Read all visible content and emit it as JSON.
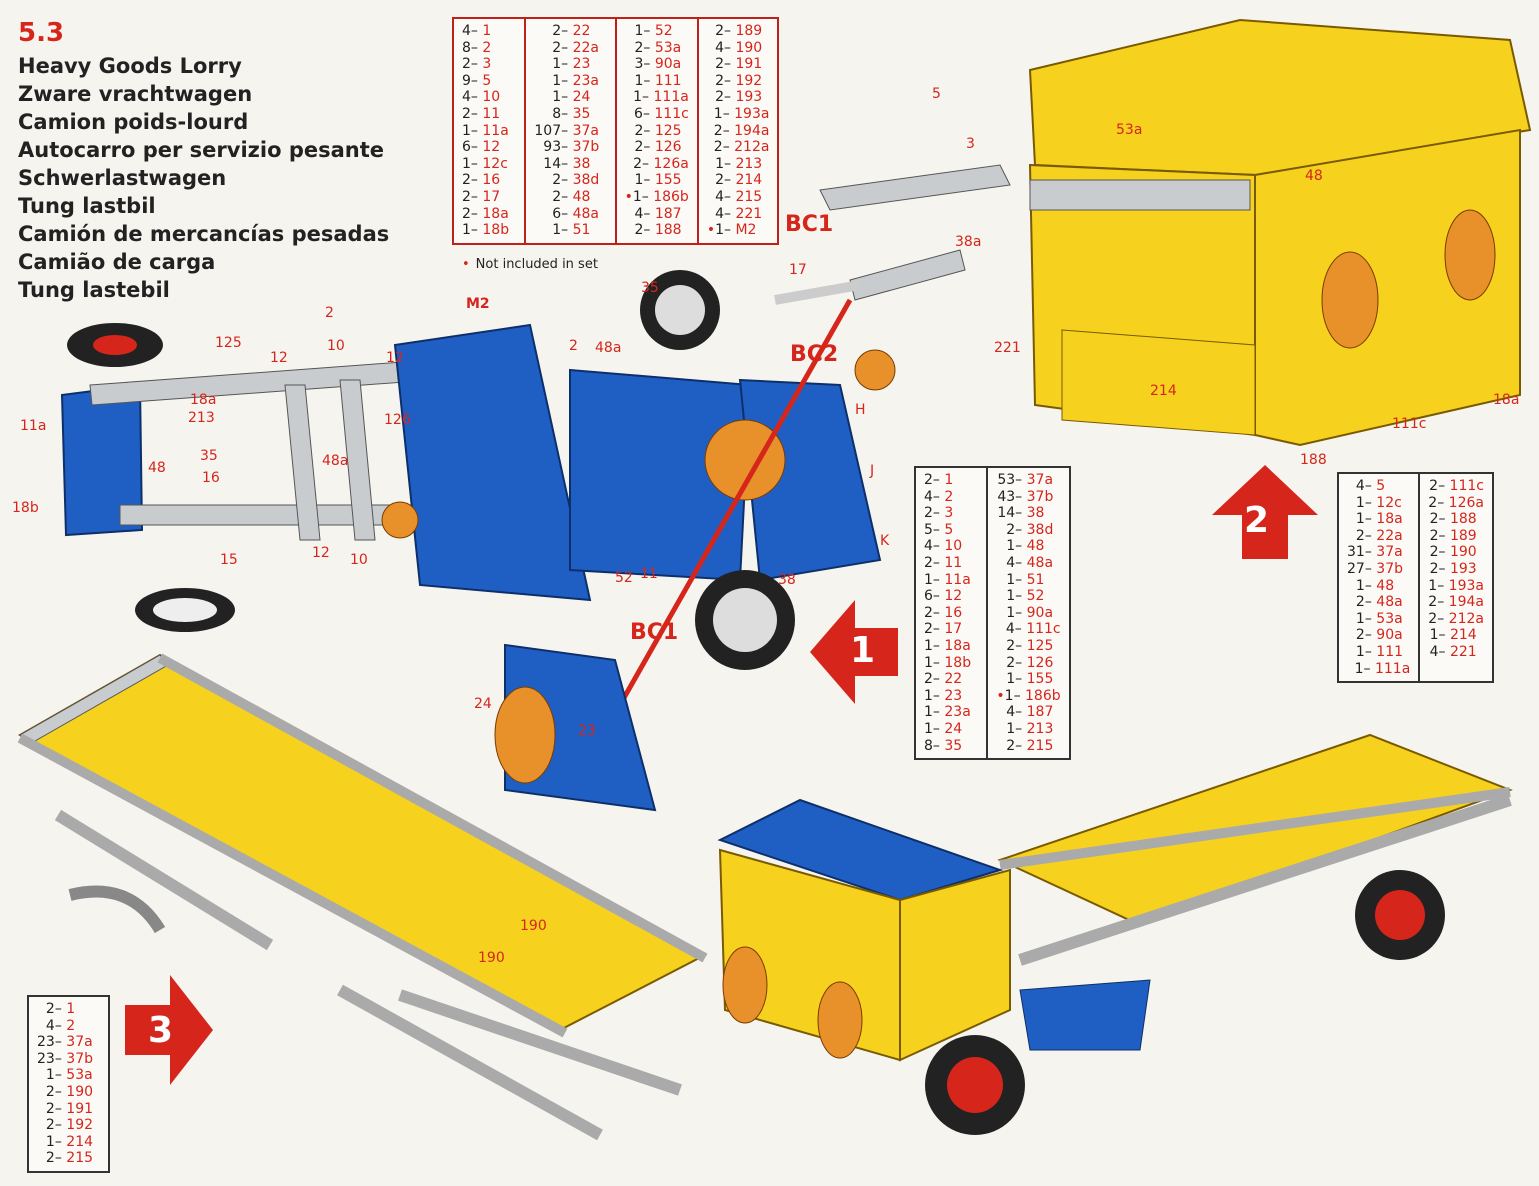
{
  "model": {
    "number": "5.3",
    "titles": [
      "Heavy Goods Lorry",
      "Zware vrachtwagen",
      "Camion poids-lourd",
      "Autocarro per servizio pesante",
      "Schwerlastwagen",
      "Tung lastbil",
      "Camión de mercancías pesadas",
      "Camião de carga",
      "Tung lastebil"
    ]
  },
  "parts_total": {
    "columns": [
      [
        [
          "4",
          "1"
        ],
        [
          "8",
          "2"
        ],
        [
          "2",
          "3"
        ],
        [
          "9",
          "5"
        ],
        [
          "4",
          "10"
        ],
        [
          "2",
          "11"
        ],
        [
          "1",
          "11a"
        ],
        [
          "6",
          "12"
        ],
        [
          "1",
          "12c"
        ],
        [
          "2",
          "16"
        ],
        [
          "2",
          "17"
        ],
        [
          "2",
          "18a"
        ],
        [
          "1",
          "18b"
        ]
      ],
      [
        [
          "2",
          "22"
        ],
        [
          "2",
          "22a"
        ],
        [
          "1",
          "23"
        ],
        [
          "1",
          "23a"
        ],
        [
          "1",
          "24"
        ],
        [
          "8",
          "35"
        ],
        [
          "107",
          "37a"
        ],
        [
          "93",
          "37b"
        ],
        [
          "14",
          "38"
        ],
        [
          "2",
          "38d"
        ],
        [
          "2",
          "48"
        ],
        [
          "6",
          "48a"
        ],
        [
          "1",
          "51"
        ]
      ],
      [
        [
          "1",
          "52"
        ],
        [
          "2",
          "53a"
        ],
        [
          "3",
          "90a"
        ],
        [
          "1",
          "111"
        ],
        [
          "1",
          "111a"
        ],
        [
          "6",
          "111c"
        ],
        [
          "2",
          "125"
        ],
        [
          "2",
          "126"
        ],
        [
          "2",
          "126a"
        ],
        [
          "1",
          "155"
        ],
        [
          "*1",
          "186b"
        ],
        [
          "4",
          "187"
        ],
        [
          "2",
          "188"
        ]
      ],
      [
        [
          "2",
          "189"
        ],
        [
          "4",
          "190"
        ],
        [
          "2",
          "191"
        ],
        [
          "2",
          "192"
        ],
        [
          "2",
          "193"
        ],
        [
          "1",
          "193a"
        ],
        [
          "2",
          "194a"
        ],
        [
          "2",
          "212a"
        ],
        [
          "1",
          "213"
        ],
        [
          "2",
          "214"
        ],
        [
          "4",
          "215"
        ],
        [
          "4",
          "221"
        ],
        [
          "*1",
          "M2"
        ]
      ]
    ],
    "note": "Not included in set"
  },
  "parts_step1": {
    "columns": [
      [
        [
          "2",
          "1"
        ],
        [
          "4",
          "2"
        ],
        [
          "2",
          "3"
        ],
        [
          "5",
          "5"
        ],
        [
          "4",
          "10"
        ],
        [
          "2",
          "11"
        ],
        [
          "1",
          "11a"
        ],
        [
          "6",
          "12"
        ],
        [
          "2",
          "16"
        ],
        [
          "2",
          "17"
        ],
        [
          "1",
          "18a"
        ],
        [
          "1",
          "18b"
        ],
        [
          "2",
          "22"
        ],
        [
          "1",
          "23"
        ],
        [
          "1",
          "23a"
        ],
        [
          "1",
          "24"
        ],
        [
          "8",
          "35"
        ]
      ],
      [
        [
          "53",
          "37a"
        ],
        [
          "43",
          "37b"
        ],
        [
          "14",
          "38"
        ],
        [
          "2",
          "38d"
        ],
        [
          "1",
          "48"
        ],
        [
          "4",
          "48a"
        ],
        [
          "1",
          "51"
        ],
        [
          "1",
          "52"
        ],
        [
          "1",
          "90a"
        ],
        [
          "4",
          "111c"
        ],
        [
          "2",
          "125"
        ],
        [
          "2",
          "126"
        ],
        [
          "1",
          "155"
        ],
        [
          "*1",
          "186b"
        ],
        [
          "4",
          "187"
        ],
        [
          "1",
          "213"
        ],
        [
          "2",
          "215"
        ]
      ]
    ]
  },
  "parts_step2": {
    "columns": [
      [
        [
          "4",
          "5"
        ],
        [
          "1",
          "12c"
        ],
        [
          "1",
          "18a"
        ],
        [
          "2",
          "22a"
        ],
        [
          "31",
          "37a"
        ],
        [
          "27",
          "37b"
        ],
        [
          "1",
          "48"
        ],
        [
          "2",
          "48a"
        ],
        [
          "1",
          "53a"
        ],
        [
          "2",
          "90a"
        ],
        [
          "1",
          "111"
        ],
        [
          "1",
          "111a"
        ]
      ],
      [
        [
          "2",
          "111c"
        ],
        [
          "2",
          "126a"
        ],
        [
          "2",
          "188"
        ],
        [
          "2",
          "189"
        ],
        [
          "2",
          "190"
        ],
        [
          "2",
          "193"
        ],
        [
          "1",
          "193a"
        ],
        [
          "2",
          "194a"
        ],
        [
          "2",
          "212a"
        ],
        [
          "1",
          "214"
        ],
        [
          "4",
          "221"
        ]
      ]
    ]
  },
  "parts_step3": {
    "columns": [
      [
        [
          "2",
          "1"
        ],
        [
          "4",
          "2"
        ],
        [
          "23",
          "37a"
        ],
        [
          "23",
          "37b"
        ],
        [
          "1",
          "53a"
        ],
        [
          "2",
          "190"
        ],
        [
          "2",
          "191"
        ],
        [
          "2",
          "192"
        ],
        [
          "1",
          "214"
        ],
        [
          "2",
          "215"
        ]
      ]
    ]
  },
  "steps": {
    "step1": "1",
    "step2": "2",
    "step3": "3"
  },
  "callouts": {
    "bc1_top": "BC1",
    "bc1_bottom": "BC1",
    "bc2": "BC2",
    "m2": "M2"
  },
  "part_labels": [
    {
      "t": "125"
    },
    {
      "t": "12"
    },
    {
      "t": "2"
    },
    {
      "t": "10"
    },
    {
      "t": "12"
    },
    {
      "t": "18a"
    },
    {
      "t": "213"
    },
    {
      "t": "11a"
    },
    {
      "t": "35"
    },
    {
      "t": "48"
    },
    {
      "t": "16"
    },
    {
      "t": "18b"
    },
    {
      "t": "15"
    },
    {
      "t": "12"
    },
    {
      "t": "10"
    },
    {
      "t": "48a"
    },
    {
      "t": "126"
    },
    {
      "t": "2"
    },
    {
      "t": "48a"
    },
    {
      "t": "35"
    },
    {
      "t": "52"
    },
    {
      "t": "11"
    },
    {
      "t": "38"
    },
    {
      "t": "24"
    },
    {
      "t": "23"
    },
    {
      "t": "17"
    },
    {
      "t": "38a"
    },
    {
      "t": "5"
    },
    {
      "t": "3"
    },
    {
      "t": "H"
    },
    {
      "t": "J"
    },
    {
      "t": "K"
    },
    {
      "t": "221"
    },
    {
      "t": "214"
    },
    {
      "t": "188"
    },
    {
      "t": "111c"
    },
    {
      "t": "18a"
    },
    {
      "t": "48"
    },
    {
      "t": "53a"
    },
    {
      "t": "190"
    },
    {
      "t": "190"
    }
  ],
  "colors": {
    "red": "#d6261c",
    "yellow": "#f6d21e",
    "blue": "#1f5fc4",
    "silver": "#c9cccf"
  }
}
